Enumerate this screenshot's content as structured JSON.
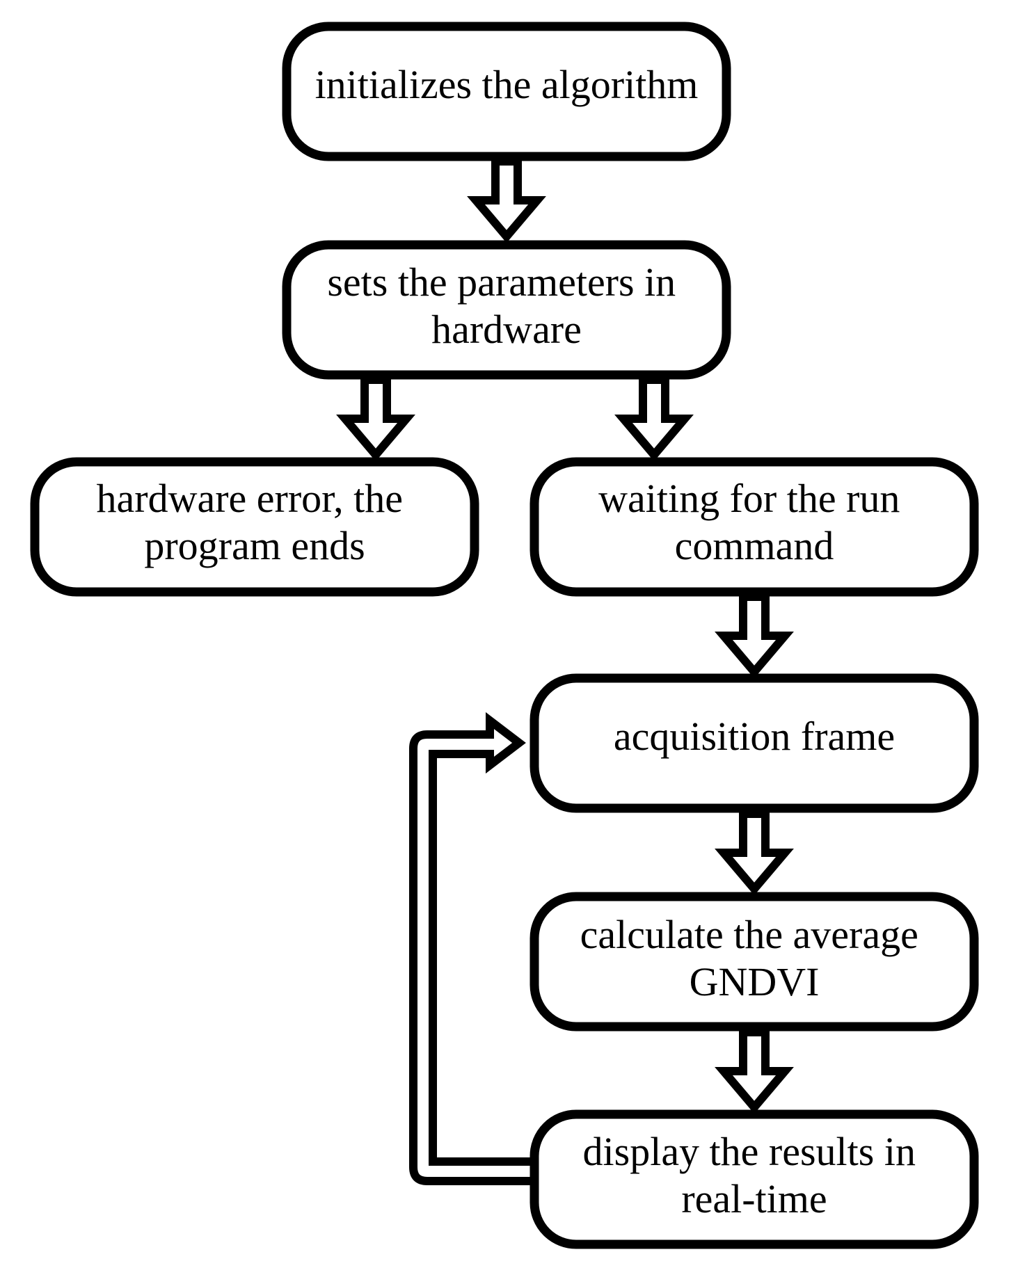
{
  "nodes": {
    "init": {
      "lines": [
        "initializes the algorithm"
      ]
    },
    "set_params": {
      "lines": [
        "sets the parameters in",
        "hardware"
      ]
    },
    "hw_error": {
      "lines": [
        "hardware error, the",
        "program ends"
      ]
    },
    "wait_run": {
      "lines": [
        "waiting for the run",
        "command"
      ]
    },
    "acquire": {
      "lines": [
        "acquisition frame"
      ]
    },
    "calc": {
      "lines": [
        "calculate the average",
        "GNDVI"
      ]
    },
    "display": {
      "lines": [
        "display the results in",
        "real-time"
      ]
    }
  },
  "colors": {
    "stroke": "#000000",
    "background": "#ffffff"
  }
}
